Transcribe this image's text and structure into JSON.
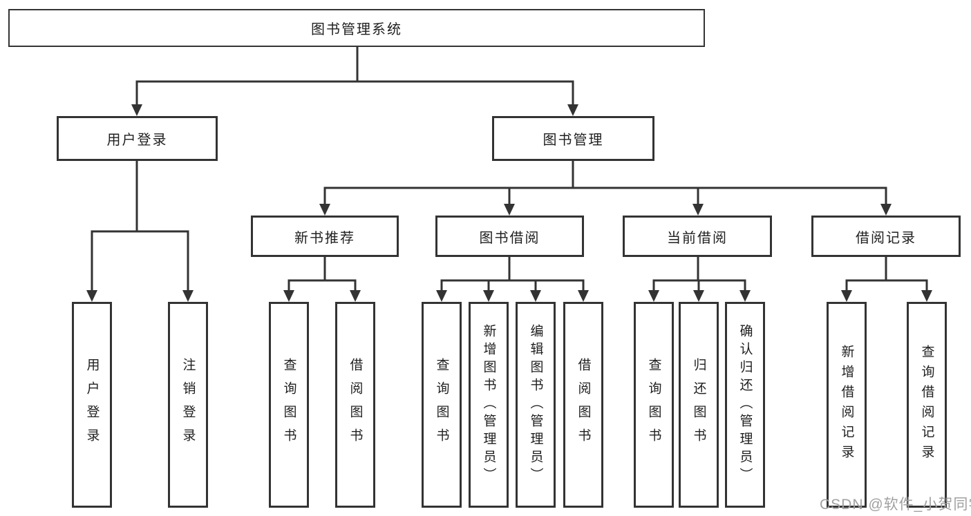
{
  "diagram": {
    "root": {
      "label": "图书管理系统"
    },
    "branches": [
      {
        "label": "用户登录",
        "children": [
          {
            "label": "用户登录"
          },
          {
            "label": "注销登录"
          }
        ]
      },
      {
        "label": "图书管理",
        "children": [
          {
            "label": "新书推荐",
            "children": [
              {
                "label": "查询图书"
              },
              {
                "label": "借阅图书"
              }
            ]
          },
          {
            "label": "图书借阅",
            "children": [
              {
                "label": "查询图书"
              },
              {
                "label": "新增图书（管理员）"
              },
              {
                "label": "编辑图书（管理员）"
              },
              {
                "label": "借阅图书"
              }
            ]
          },
          {
            "label": "当前借阅",
            "children": [
              {
                "label": "查询图书"
              },
              {
                "label": "归还图书"
              },
              {
                "label": "确认归还（管理员）"
              }
            ]
          },
          {
            "label": "借阅记录",
            "children": [
              {
                "label": "新增借阅记录"
              },
              {
                "label": "查询借阅记录"
              }
            ]
          }
        ]
      }
    ]
  },
  "watermark": {
    "text": "CSDN @软件_小贺同学"
  },
  "colors": {
    "line": "#333333",
    "box_fill": "#ffffff",
    "text": "#1f1f1f",
    "watermark": "#a0a0a0"
  }
}
